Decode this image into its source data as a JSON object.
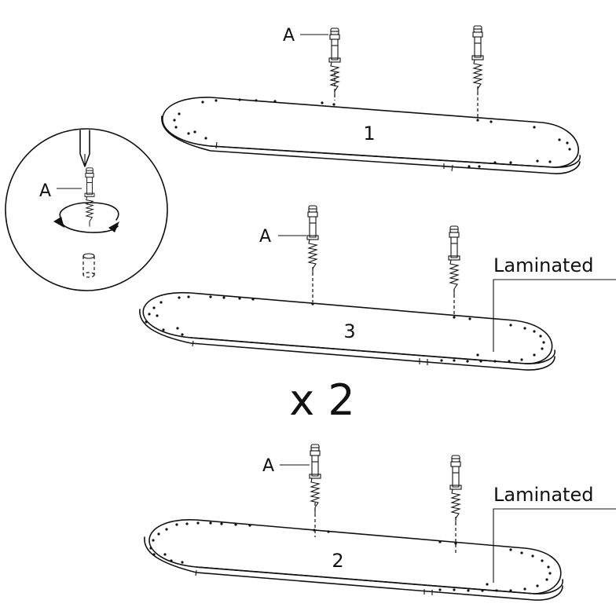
{
  "panels": [
    {
      "number": "1",
      "cam_label": "A"
    },
    {
      "number": "3",
      "cam_label": "A",
      "note": "Laminated"
    },
    {
      "number": "2",
      "cam_label": "A",
      "note": "Laminated"
    }
  ],
  "multiplier": "x 2",
  "detail": {
    "cam_label": "A"
  },
  "colors": {
    "line": "#111111",
    "background": "#ffffff"
  }
}
